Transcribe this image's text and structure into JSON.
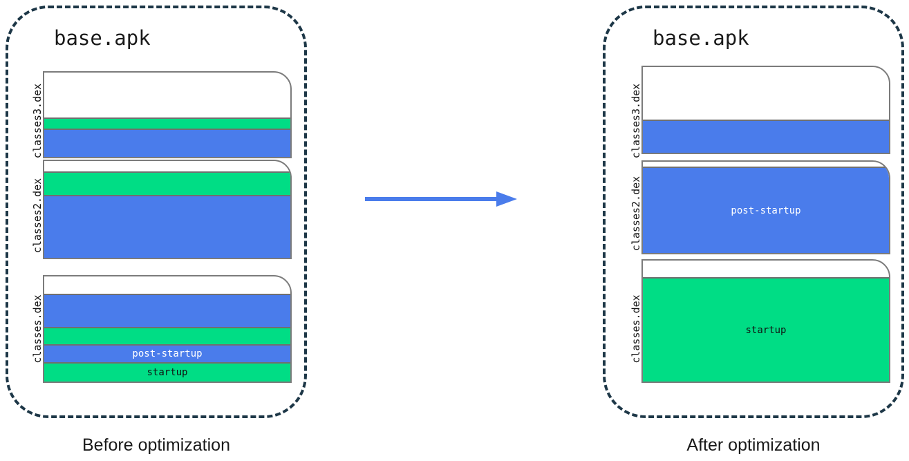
{
  "diagram": {
    "title_hidden": "",
    "colors": {
      "panel_border": "#1d3747",
      "box_border": "#7b7b7b",
      "startup": "#00dd85",
      "post_startup": "#4a7ceb",
      "arrow": "#4a7ceb",
      "text": "#111111"
    },
    "arrow": {
      "name": "optimization-arrow"
    },
    "panels": [
      {
        "id": "before",
        "apk_name": "base.apk",
        "caption": "Before optimization",
        "boxes": [
          {
            "label": "classes3.dex",
            "segments": [
              {
                "kind": "empty",
                "text": "",
                "pct": 55
              },
              {
                "kind": "green",
                "text": "",
                "pct": 12
              },
              {
                "kind": "blue",
                "text": "",
                "pct": 33
              }
            ]
          },
          {
            "label": "classes2.dex",
            "segments": [
              {
                "kind": "empty",
                "text": "",
                "pct": 13
              },
              {
                "kind": "green",
                "text": "",
                "pct": 21
              },
              {
                "kind": "blue",
                "text": "",
                "pct": 66
              }
            ]
          },
          {
            "label": "classes.dex",
            "segments": [
              {
                "kind": "empty",
                "text": "",
                "pct": 19
              },
              {
                "kind": "blue",
                "text": "",
                "pct": 32
              },
              {
                "kind": "green",
                "text": "",
                "pct": 17
              },
              {
                "kind": "blue",
                "text": "post-startup",
                "pct": 16
              },
              {
                "kind": "green",
                "text": "startup",
                "pct": 16
              }
            ]
          }
        ]
      },
      {
        "id": "after",
        "apk_name": "base.apk",
        "caption": "After optimization",
        "boxes": [
          {
            "label": "classes3.dex",
            "segments": [
              {
                "kind": "empty",
                "text": "",
                "pct": 62
              },
              {
                "kind": "blue",
                "text": "",
                "pct": 38
              }
            ]
          },
          {
            "label": "classes2.dex",
            "segments": [
              {
                "kind": "empty",
                "text": "",
                "pct": 8
              },
              {
                "kind": "blue",
                "text": "post-startup",
                "pct": 92
              }
            ]
          },
          {
            "label": "classes.dex",
            "segments": [
              {
                "kind": "empty",
                "text": "",
                "pct": 16
              },
              {
                "kind": "green",
                "text": "startup",
                "pct": 84
              }
            ]
          }
        ]
      }
    ]
  }
}
